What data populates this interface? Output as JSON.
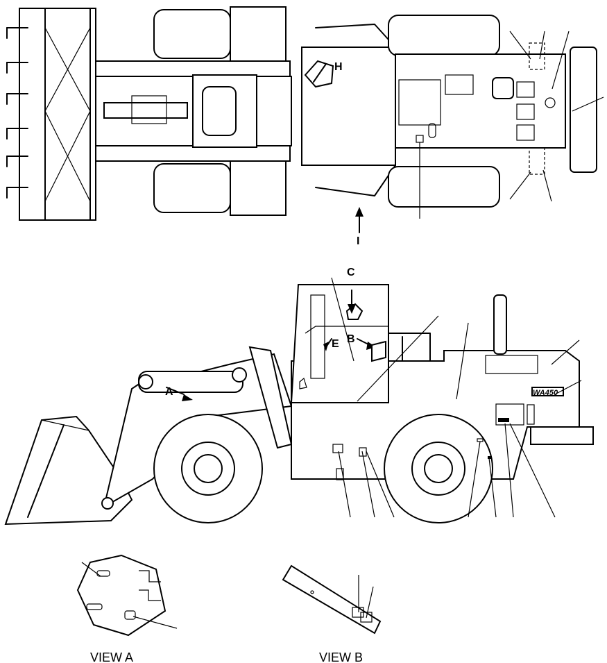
{
  "labels": {
    "view_h": "H",
    "view_i": "I",
    "view_c": "C",
    "view_a": "A",
    "view_e": "E",
    "view_b": "B",
    "model_badge": "WA450"
  },
  "captions": {
    "view_a": "VIEW A",
    "view_b": "VIEW B"
  }
}
